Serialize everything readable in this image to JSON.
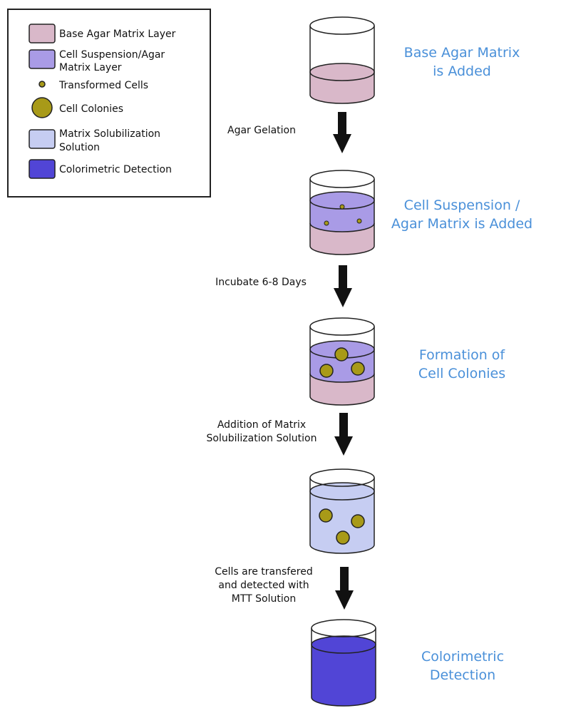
{
  "colors": {
    "base_agar": "#d9b8c9",
    "cell_layer": "#a99be6",
    "colony": "#a89a18",
    "solubilization": "#c6cdf2",
    "colorimetric": "#5145d6",
    "label_blue": "#4a90d9"
  },
  "legend": {
    "items": [
      {
        "label": "Base Agar Matrix Layer",
        "icon": "base-agar-swatch"
      },
      {
        "label": "Cell Suspension/Agar",
        "label2": "Matrix Layer",
        "icon": "cell-suspension-swatch"
      },
      {
        "label": "Transformed Cells",
        "icon": "transformed-cell-dot"
      },
      {
        "label": "Cell Colonies",
        "icon": "cell-colony-dot"
      },
      {
        "label": "Matrix Solubilization",
        "label2": "Solution",
        "icon": "solubilization-swatch"
      },
      {
        "label": "Colorimetric Detection",
        "icon": "colorimetric-swatch"
      }
    ]
  },
  "stages": [
    {
      "lines": [
        "Base Agar Matrix",
        "is Added"
      ]
    },
    {
      "lines": [
        "Cell Suspension /",
        "Agar Matrix is Added"
      ]
    },
    {
      "lines": [
        "Formation of",
        "Cell Colonies"
      ]
    },
    {
      "lines": []
    },
    {
      "lines": [
        "Colorimetric",
        "Detection"
      ]
    }
  ],
  "steps": [
    {
      "lines": [
        "Agar Gelation"
      ]
    },
    {
      "lines": [
        "Incubate 6-8 Days"
      ]
    },
    {
      "lines": [
        "Addition of Matrix",
        "Solubilization Solution"
      ]
    },
    {
      "lines": [
        "Cells are transfered",
        "and detected with",
        "MTT Solution"
      ]
    }
  ]
}
